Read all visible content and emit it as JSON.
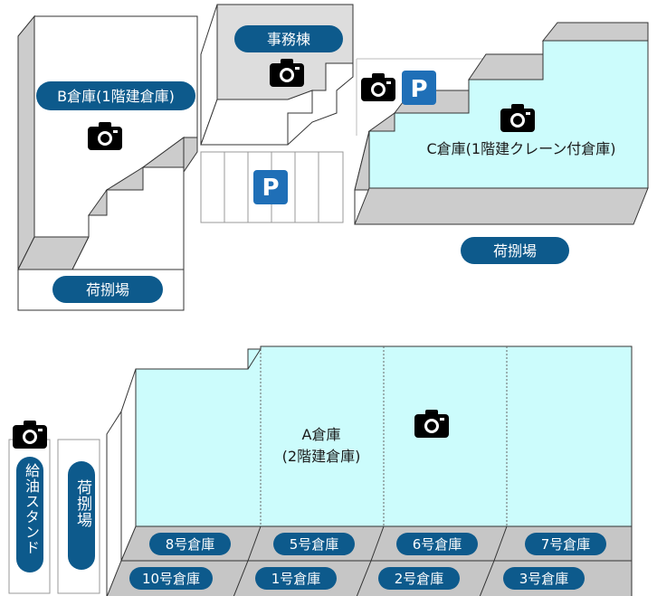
{
  "colors": {
    "accent_blue": "#0d5a8c",
    "parking_blue": "#1f6fb7",
    "building_fill": "#ccfcfc",
    "wall_gray": "#cccccc",
    "dock_gray": "#c6c6c6",
    "office_gray": "#dddddd"
  },
  "buildings": {
    "office": {
      "label": "事務棟"
    },
    "warehouse_b": {
      "label": "B倉庫(1階建倉庫)"
    },
    "warehouse_c": {
      "label": "C倉庫(1階建クレーン付倉庫)"
    },
    "warehouse_a": {
      "line1": "A倉庫",
      "line2": "(2階建倉庫)"
    }
  },
  "loading_areas": {
    "b": "荷捌場",
    "c": "荷捌場",
    "vertical": "荷捌場"
  },
  "fuel_stand": {
    "label": "給油スタンド"
  },
  "parking": {
    "symbol": "P"
  },
  "warehouse_units": {
    "top_row": [
      "8号倉庫",
      "5号倉庫",
      "6号倉庫",
      "7号倉庫"
    ],
    "bottom_row": [
      "10号倉庫",
      "1号倉庫",
      "2号倉庫",
      "3号倉庫"
    ]
  },
  "icons": [
    "camera-icon",
    "parking-icon"
  ]
}
